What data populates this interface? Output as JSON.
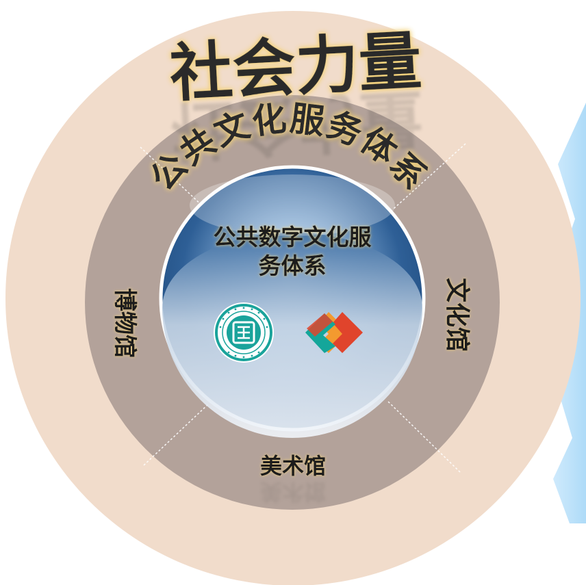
{
  "outer_ring": {
    "label": "社会力量"
  },
  "middle_ring": {
    "label": "公共文化服务体系"
  },
  "center": {
    "line1": "公共数字文化服",
    "line2": "务体系",
    "logos": [
      "library-seal-logo",
      "diamond-arrows-logo"
    ]
  },
  "side_labels": {
    "left": "博物馆",
    "right": "文化馆",
    "bottom": "美术馆"
  },
  "colors": {
    "outer": "#f1dccb",
    "middle": "#b3a29a",
    "inner_top": "#2e5f96",
    "inner_bottom": "#e8eef5",
    "panel": "#bfe4fb",
    "text_glow": "#f2d27a",
    "seal": "#1aa39b",
    "arrow_red": "#e0442c",
    "arrow_orange": "#f39a2f",
    "arrow_teal": "#14a69a"
  }
}
